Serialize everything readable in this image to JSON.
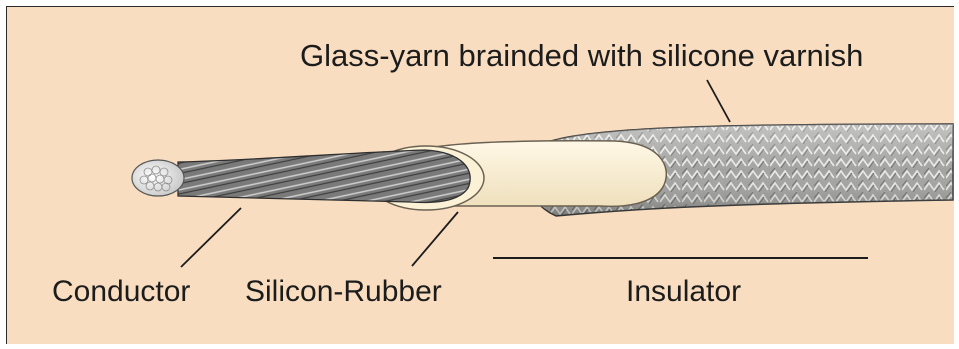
{
  "labels": {
    "glass_yarn": "Glass-yarn brainded with silicone varnish",
    "conductor": "Conductor",
    "silicon_rubber": "Silicon-Rubber",
    "insulator": "Insulator"
  },
  "colors": {
    "background": "#f8ddc0",
    "rubber": "#fbf3dc",
    "braid": "#9c9c9a",
    "conductor": "#6e6e6e",
    "line": "#1c1c1c"
  }
}
